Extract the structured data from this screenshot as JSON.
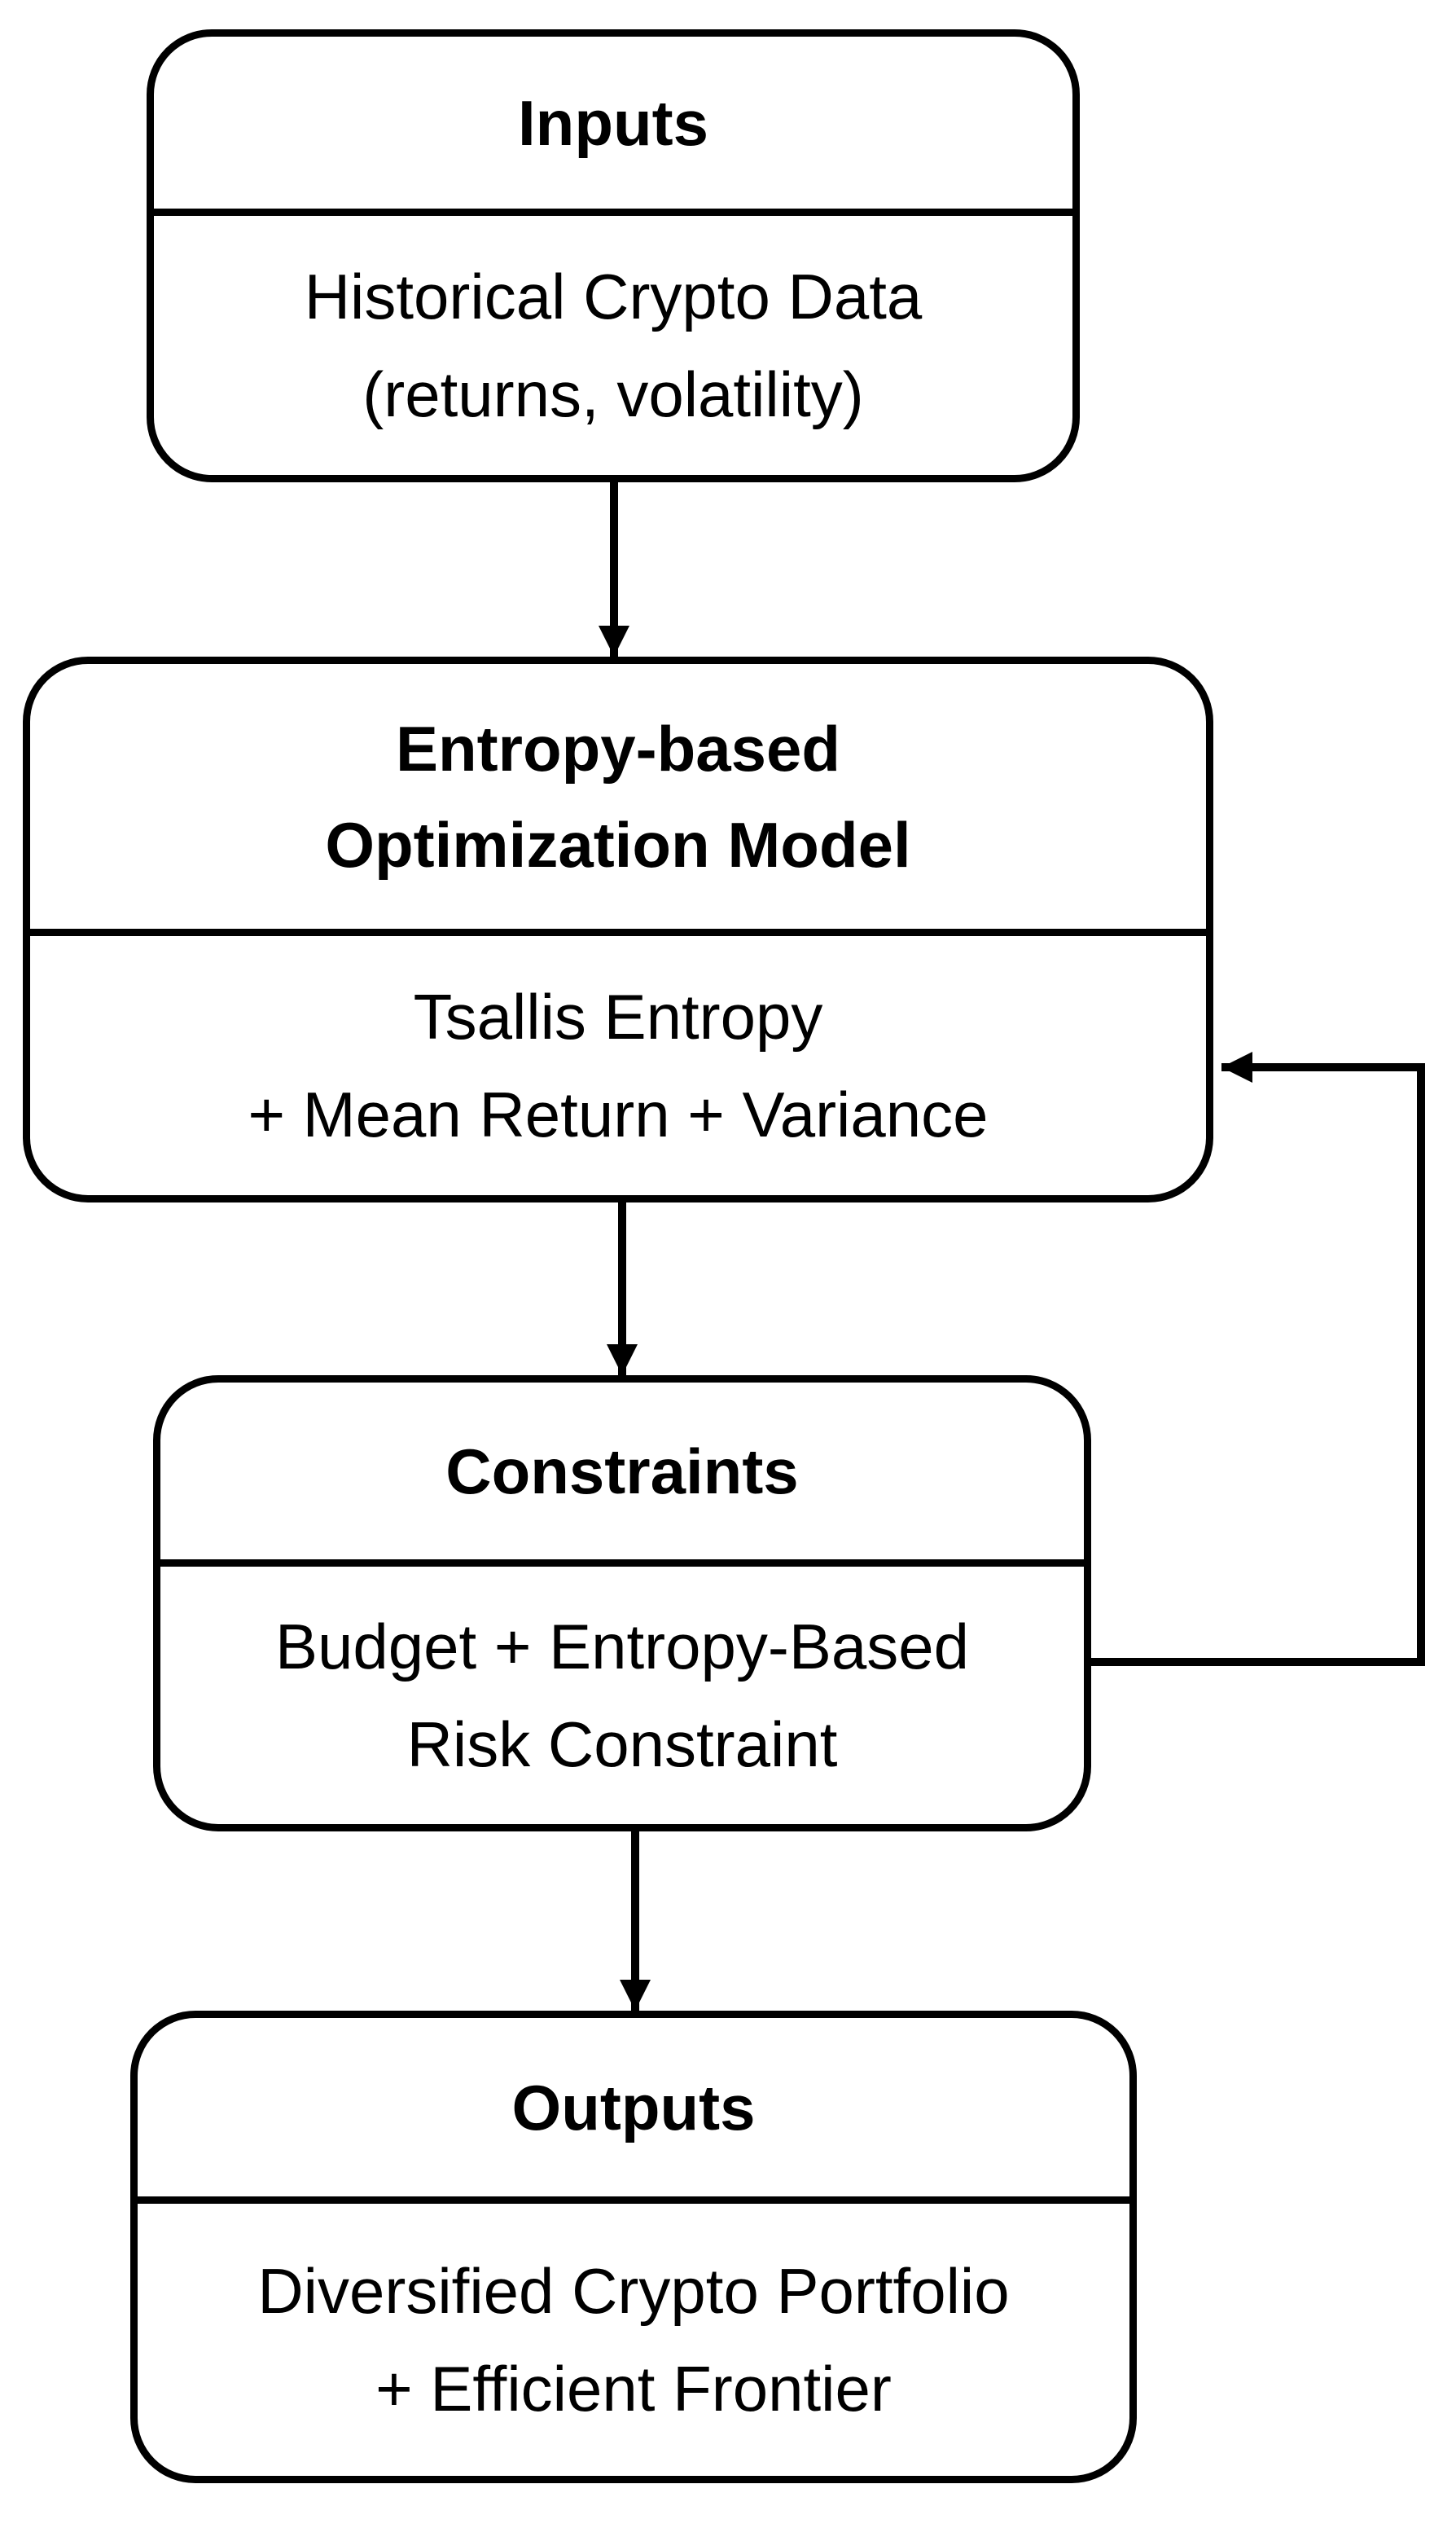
{
  "nodes": {
    "inputs": {
      "title": "Inputs",
      "body_lines": [
        "Historical Crypto Data",
        "(returns, volatility)"
      ]
    },
    "model": {
      "title_lines": [
        "Entropy-based",
        "Optimization Model"
      ],
      "body_lines": [
        "Tsallis Entropy",
        "+ Mean Return + Variance"
      ]
    },
    "constraints": {
      "title": "Constraints",
      "body_lines": [
        "Budget + Entropy-Based",
        "Risk Constraint"
      ]
    },
    "outputs": {
      "title": "Outputs",
      "body_lines": [
        "Diversified Crypto Portfolio",
        "+ Efficient Frontier"
      ]
    }
  },
  "edges": [
    {
      "from": "inputs",
      "to": "model"
    },
    {
      "from": "model",
      "to": "constraints"
    },
    {
      "from": "constraints",
      "to": "outputs"
    },
    {
      "from": "constraints",
      "to": "model",
      "style": "feedback-loop"
    }
  ]
}
